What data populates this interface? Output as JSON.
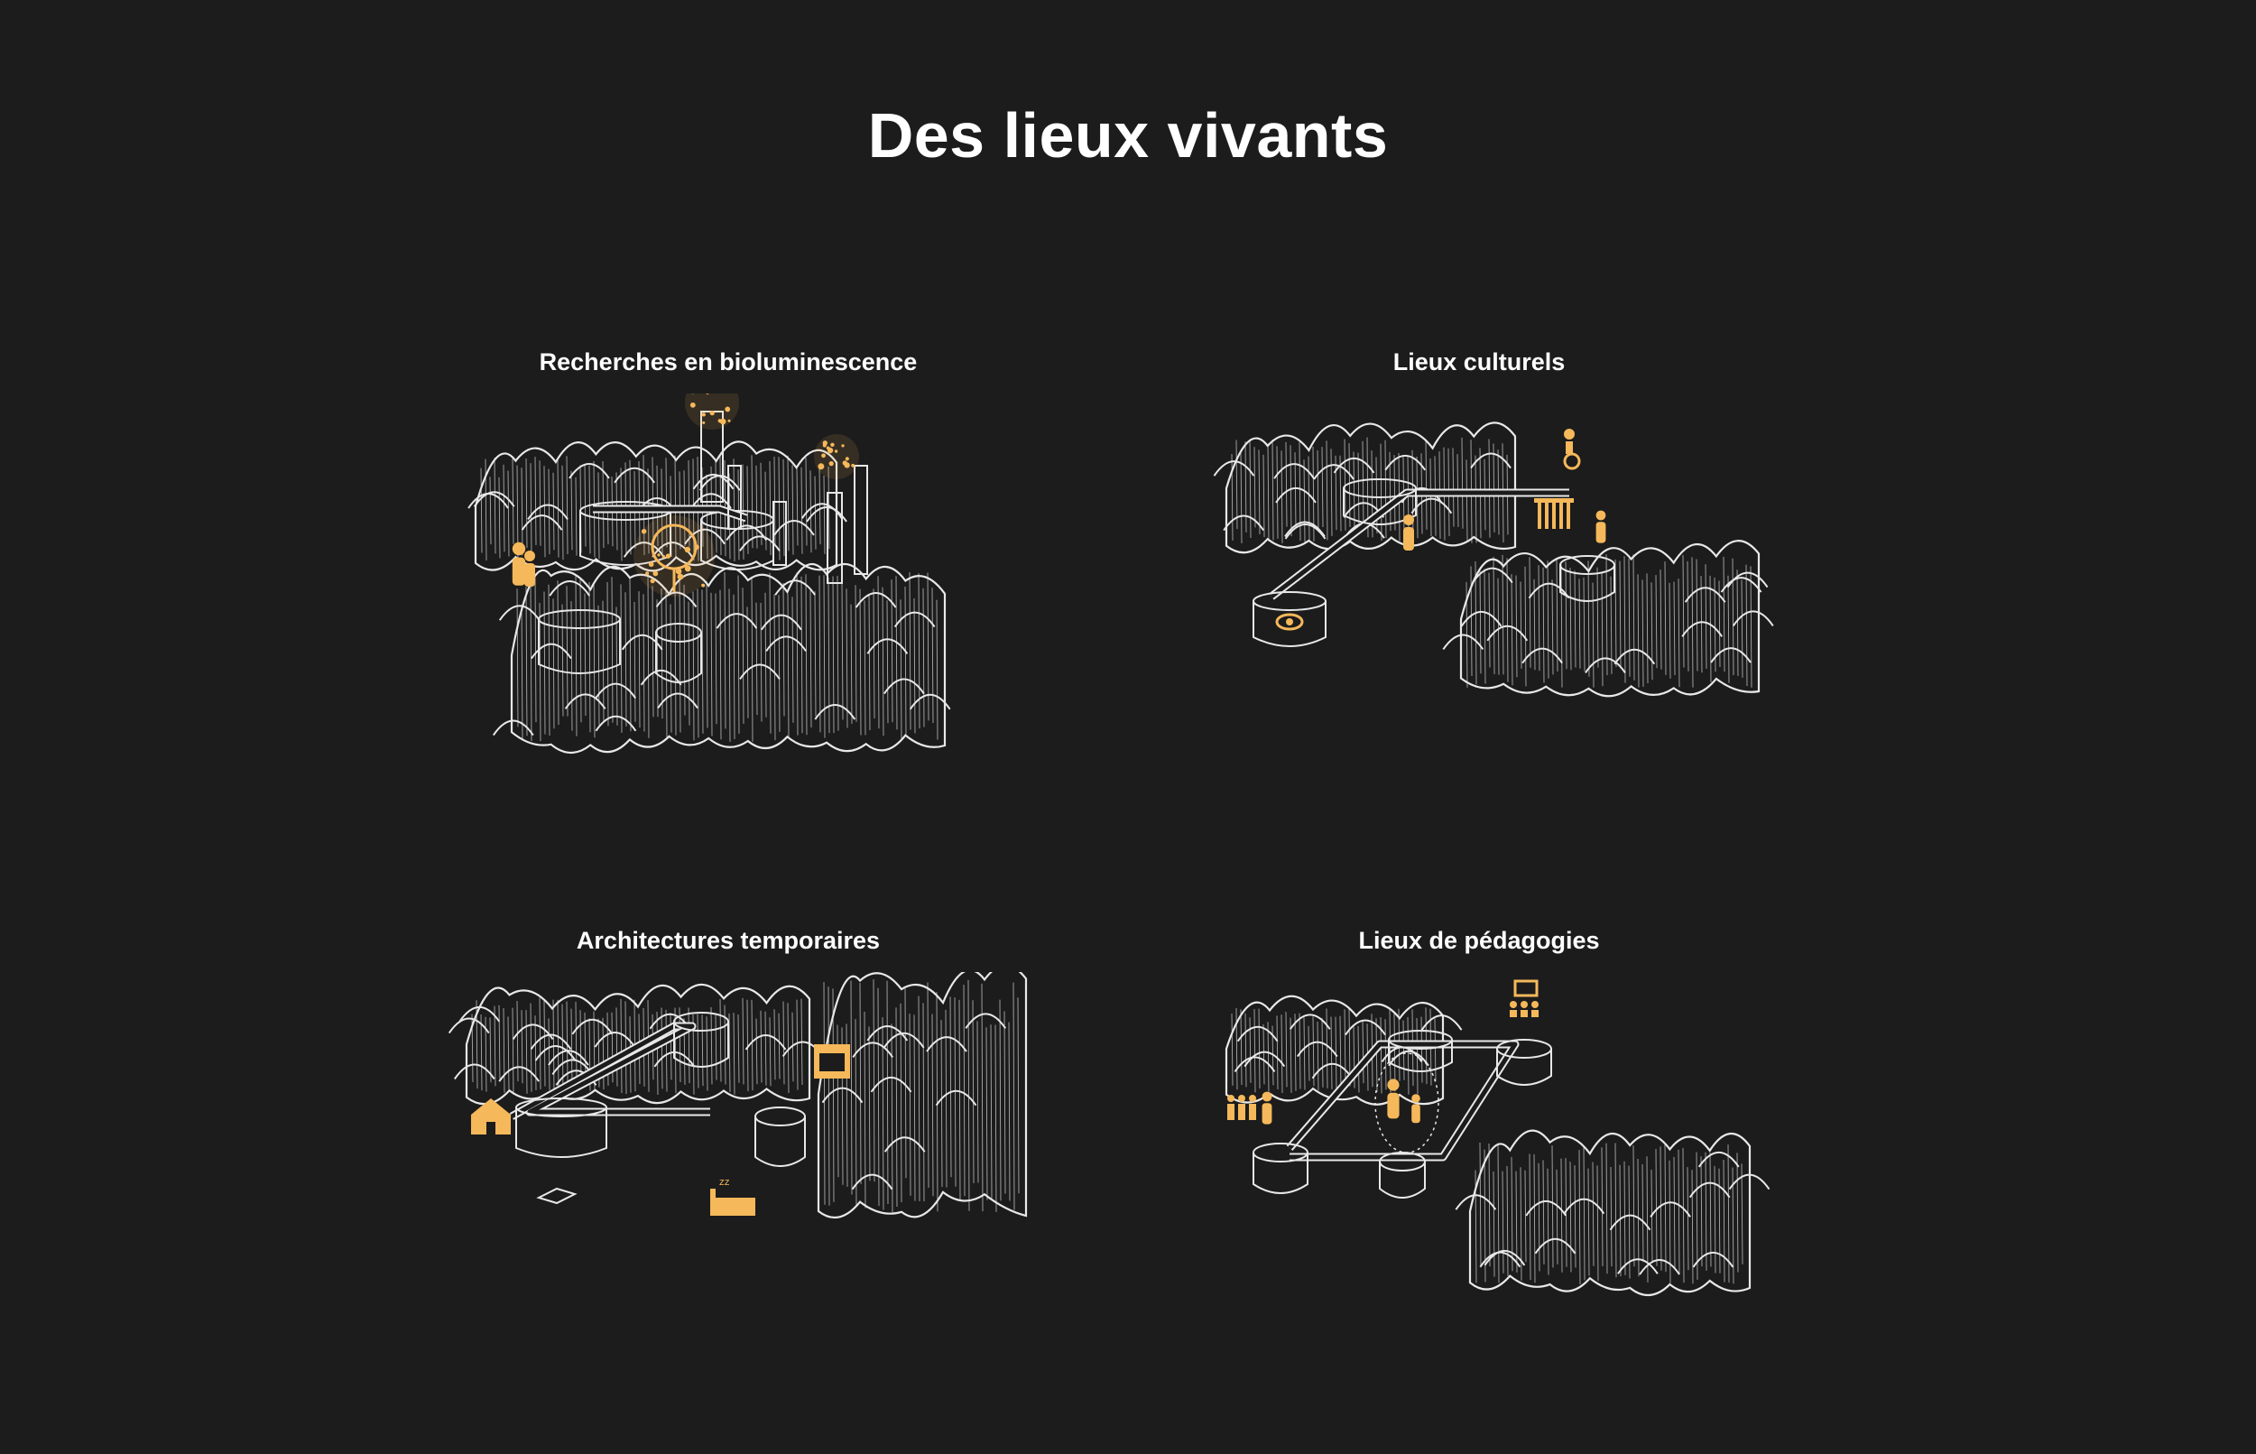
{
  "page": {
    "title": "Des lieux vivants"
  },
  "places": [
    {
      "label": "Recherches en bioluminescence",
      "icon": "bioluminescence-research-illustration"
    },
    {
      "label": "Lieux culturels",
      "icon": "cultural-places-illustration"
    },
    {
      "label": "Architectures temporaires",
      "icon": "temporary-architecture-illustration"
    },
    {
      "label": "Lieux de pédagogies",
      "icon": "pedagogy-places-illustration"
    }
  ],
  "colors": {
    "background": "#1c1c1c",
    "sketch": "#e8e8e8",
    "accent": "#f5b85a"
  }
}
